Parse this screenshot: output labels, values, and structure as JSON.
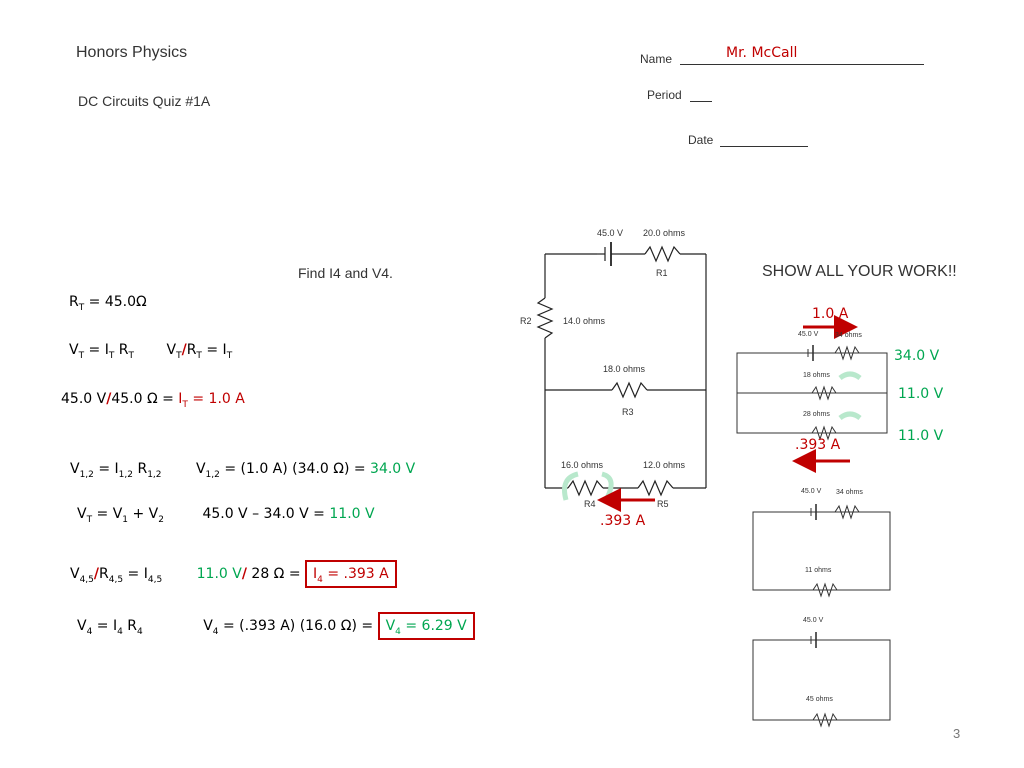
{
  "header": {
    "course": "Honors Physics",
    "quiz": "DC Circuits Quiz #1A",
    "name_label": "Name",
    "name_value": "Mr. McCall",
    "period_label": "Period",
    "date_label": "Date"
  },
  "prompt": "Find  I4 and V4.",
  "show_work": "SHOW ALL YOUR WORK!!",
  "page_number": "3",
  "work": {
    "rt": {
      "a": "R",
      "b": "T",
      "c": " = 45.0Ω"
    },
    "ohm": {
      "a": "V",
      "b": "T",
      "c": " = I",
      "d": "T",
      "e": " R",
      "f": "T",
      "g": "V",
      "h": "T",
      "i": "/",
      "j": "R",
      "k": "T",
      "l": " = I",
      "m": "T"
    },
    "calc1": {
      "a": "45.0 V",
      "b": "/",
      "c": "45.0 Ω = ",
      "d": "I",
      "e": "T",
      "f": " = 1.0 A"
    },
    "v12": {
      "a": "V",
      "b": "1,2",
      "c": " = I",
      "d": "1,2",
      "e": " R",
      "f": "1,2",
      "g": "V",
      "h": "1,2",
      "i": " = (1.0 A) (34.0 Ω) = ",
      "j": "34.0 V"
    },
    "vt": {
      "a": "V",
      "b": "T",
      "c": " = V",
      "d": "1",
      "e": " + V",
      "f": "2",
      "g": "45.0 V – 34.0 V = ",
      "h": "11.0 V"
    },
    "i45": {
      "a": "V",
      "b": "4,5",
      "c": "/",
      "d": "R",
      "e": "4,5",
      "f": " = I",
      "g": "4,5",
      "h": "11.0 V",
      "i": "/",
      "j": " 28 Ω = ",
      "k": "I",
      "l": "4",
      "m": " = .393 A"
    },
    "v4": {
      "a": "V",
      "b": "4",
      "c": " = I",
      "d": "4",
      "e": " R",
      "f": "4",
      "g": "V",
      "h": "4",
      "i": " = (.393 A) (16.0 Ω) = ",
      "j": "V",
      "k": "4",
      "l": " = 6.29 V"
    }
  },
  "main_circuit": {
    "battery": "45.0 V",
    "r1_value": "20.0 ohms",
    "r1": "R1",
    "r2": "R2",
    "r2_value": "14.0 ohms",
    "r3_value": "18.0 ohms",
    "r3": "R3",
    "r4_value": "16.0 ohms",
    "r4": "R4",
    "r5_value": "12.0 ohms",
    "r5": "R5",
    "current": ".393 A"
  },
  "side_circuit1": {
    "current_top": "1.0 A",
    "battery": "45.0 V",
    "r_top": "34 ohms",
    "r_mid": "18 ohms",
    "r_bot": "28 ohms",
    "v_top": "34.0 V",
    "v_mid": "11.0 V",
    "v_bot": "11.0 V",
    "current_bottom": ".393 A"
  },
  "side_circuit2": {
    "battery": "45.0 V",
    "r_top": "34 ohms",
    "r_bot": "11 ohms"
  },
  "side_circuit3": {
    "battery": "45.0 V",
    "r_bot": "45 ohms"
  },
  "colors": {
    "red": "#c00000",
    "green": "#00a650"
  }
}
